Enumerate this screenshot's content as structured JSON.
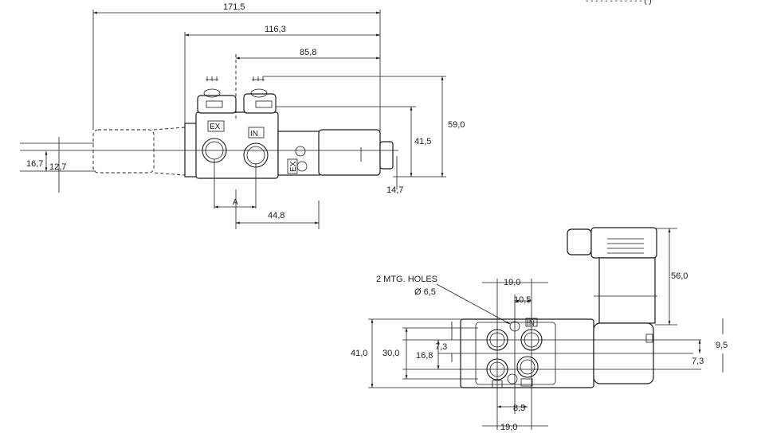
{
  "header_fragment": "- - - - - - - - - - - - (   )",
  "side_view": {
    "dims": {
      "overall_length": "171,5",
      "body_to_end": "116,3",
      "center_to_end": "85,8",
      "height_total": "59,0",
      "height_solenoid": "41,5",
      "height_outer": "16,7",
      "height_inner": "12,7",
      "bottom_offset": "14,7",
      "port_spacing": "44,8",
      "ref_a": "A"
    },
    "labels": {
      "ex": "EX",
      "in": "IN",
      "ex_small": "EX"
    }
  },
  "top_view": {
    "callout": {
      "line1": "2 MTG. HOLES",
      "line2": "Ø 6,5"
    },
    "dims": {
      "width_total": "41,0",
      "width_inner": "30,0",
      "port_span": "16,8",
      "port_offset": "7,3",
      "top_spacing": "19,0",
      "top_half": "10,5",
      "bottom_half": "8,5",
      "bottom_spacing": "19,0",
      "connector_height": "56,0",
      "right_upper": "9,5",
      "right_lower": "7,3"
    },
    "labels": {
      "in": "IN"
    }
  }
}
